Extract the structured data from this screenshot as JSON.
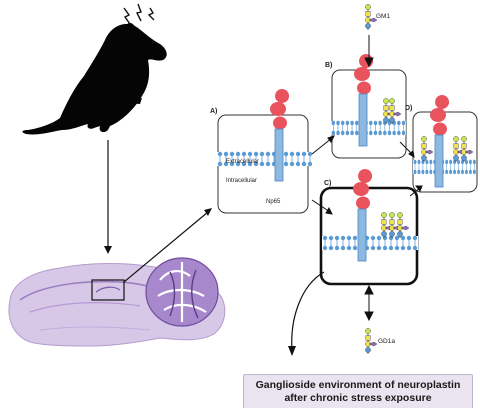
{
  "panels": {
    "a": {
      "letter": "A)",
      "extracellular": "Extracellular",
      "intracellular": "Intracellular",
      "protein": "Np65"
    },
    "b": {
      "letter": "B)"
    },
    "c": {
      "letter": "C)"
    },
    "d": {
      "letter": "D)"
    }
  },
  "glycans": {
    "top": "GM1",
    "bottom": "GD1a"
  },
  "caption": {
    "line1": "Ganglioside environment of neuroplastin",
    "line2": "after chronic stress exposure"
  },
  "colors": {
    "membrane_blue": "#5b9bd5",
    "protein_red": "#e8535e",
    "glycan_green": "#c6e84a",
    "glycan_purple": "#8e6cc0",
    "brain_purple": "#c9b3df"
  }
}
